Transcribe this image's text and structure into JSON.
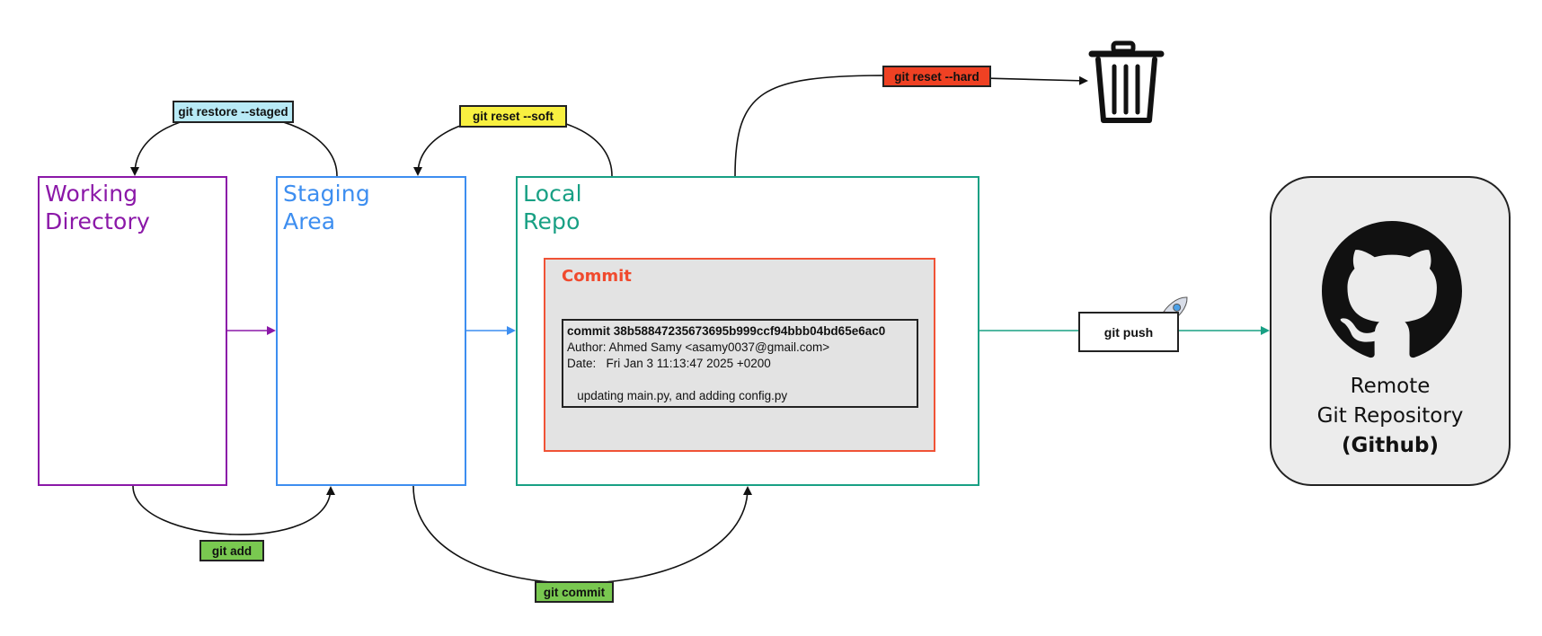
{
  "stages": {
    "working_directory": "Working\nDirectory",
    "staging_area": "Staging\nArea",
    "local_repo": "Local\nRepo"
  },
  "commit": {
    "title": "Commit",
    "hash_line": "commit 38b58847235673695b999ccf94bbb04bd65e6ac0",
    "author_line": "Author: Ahmed Samy <asamy0037@gmail.com>",
    "date_line": "Date:   Fri Jan 3 11:13:47 2025 +0200",
    "message_line": "   updating main.py, and adding config.py"
  },
  "commands": {
    "restore_staged": "git restore --staged",
    "reset_soft": "git reset --soft",
    "reset_hard": "git reset --hard",
    "add": "git add",
    "commit": "git commit",
    "push": "git push"
  },
  "remote": {
    "line1": "Remote",
    "line2": "Git Repository",
    "line3": "(Github)"
  },
  "icons": [
    "trash-icon",
    "github-icon",
    "rocket-icon"
  ],
  "colors": {
    "working_directory": "#8b18a8",
    "staging_area": "#3d8ef0",
    "local_repo": "#18a084",
    "commit": "#f04a2e",
    "restore_label": "#b8eaf6",
    "soft_label": "#f8f040",
    "hard_label": "#ef4123",
    "add_commit_label": "#79c850"
  }
}
